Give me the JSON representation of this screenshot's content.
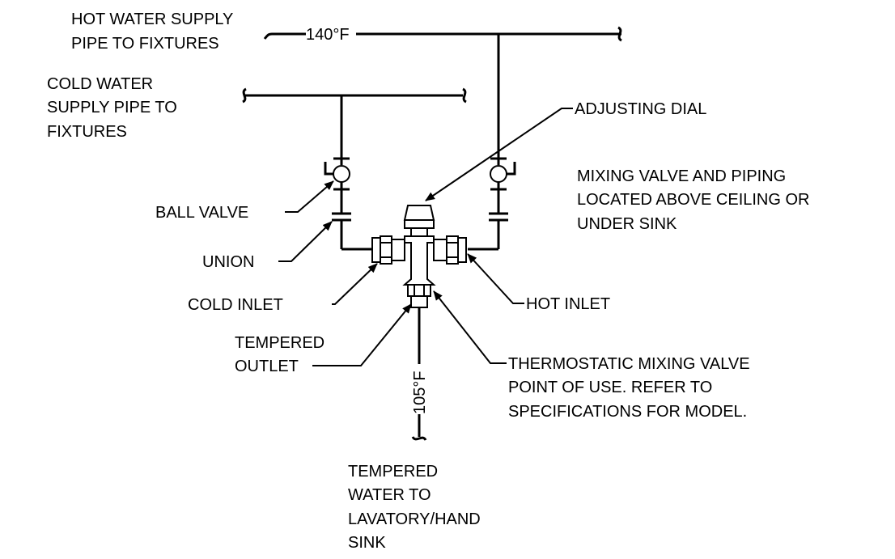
{
  "labels": {
    "hot_supply": [
      "HOT WATER SUPPLY",
      "PIPE TO FIXTURES"
    ],
    "hot_temp": "140°F",
    "cold_supply": [
      "COLD WATER",
      "SUPPLY PIPE TO",
      "FIXTURES"
    ],
    "adjusting_dial": "ADJUSTING DIAL",
    "mixing_note": [
      "MIXING VALVE AND PIPING",
      "LOCATED ABOVE CEILING OR",
      "UNDER SINK"
    ],
    "ball_valve": "BALL VALVE",
    "union": "UNION",
    "cold_inlet": "COLD INLET",
    "hot_inlet": "HOT INLET",
    "tempered_outlet": [
      "TEMPERED",
      "OUTLET"
    ],
    "outlet_temp": "105°F",
    "tmv_note": [
      "THERMOSTATIC MIXING VALVE",
      "POINT OF USE. REFER TO",
      "SPECIFICATIONS FOR MODEL."
    ],
    "tempered_water": [
      "TEMPERED",
      "WATER TO",
      "LAVATORY/HAND",
      "SINK"
    ]
  }
}
